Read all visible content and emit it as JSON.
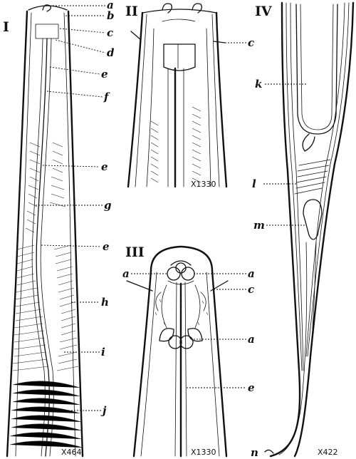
{
  "figure": {
    "panel_I": {
      "numeral": "I",
      "magnification": "X464",
      "labels": [
        "a",
        "b",
        "c",
        "d",
        "e",
        "f",
        "e",
        "g",
        "e",
        "h",
        "i",
        "j"
      ]
    },
    "panel_II": {
      "numeral": "II",
      "magnification": "X1330",
      "labels": [
        "c"
      ]
    },
    "panel_III": {
      "numeral": "III",
      "magnification": "X1330",
      "labels": [
        "a",
        "a",
        "c",
        "a",
        "e"
      ]
    },
    "panel_IV": {
      "numeral": "IV",
      "magnification": "X422",
      "labels": [
        "k",
        "l",
        "m",
        "n"
      ]
    }
  },
  "colors": {
    "ink": "#111111",
    "paper": "#ffffff"
  }
}
